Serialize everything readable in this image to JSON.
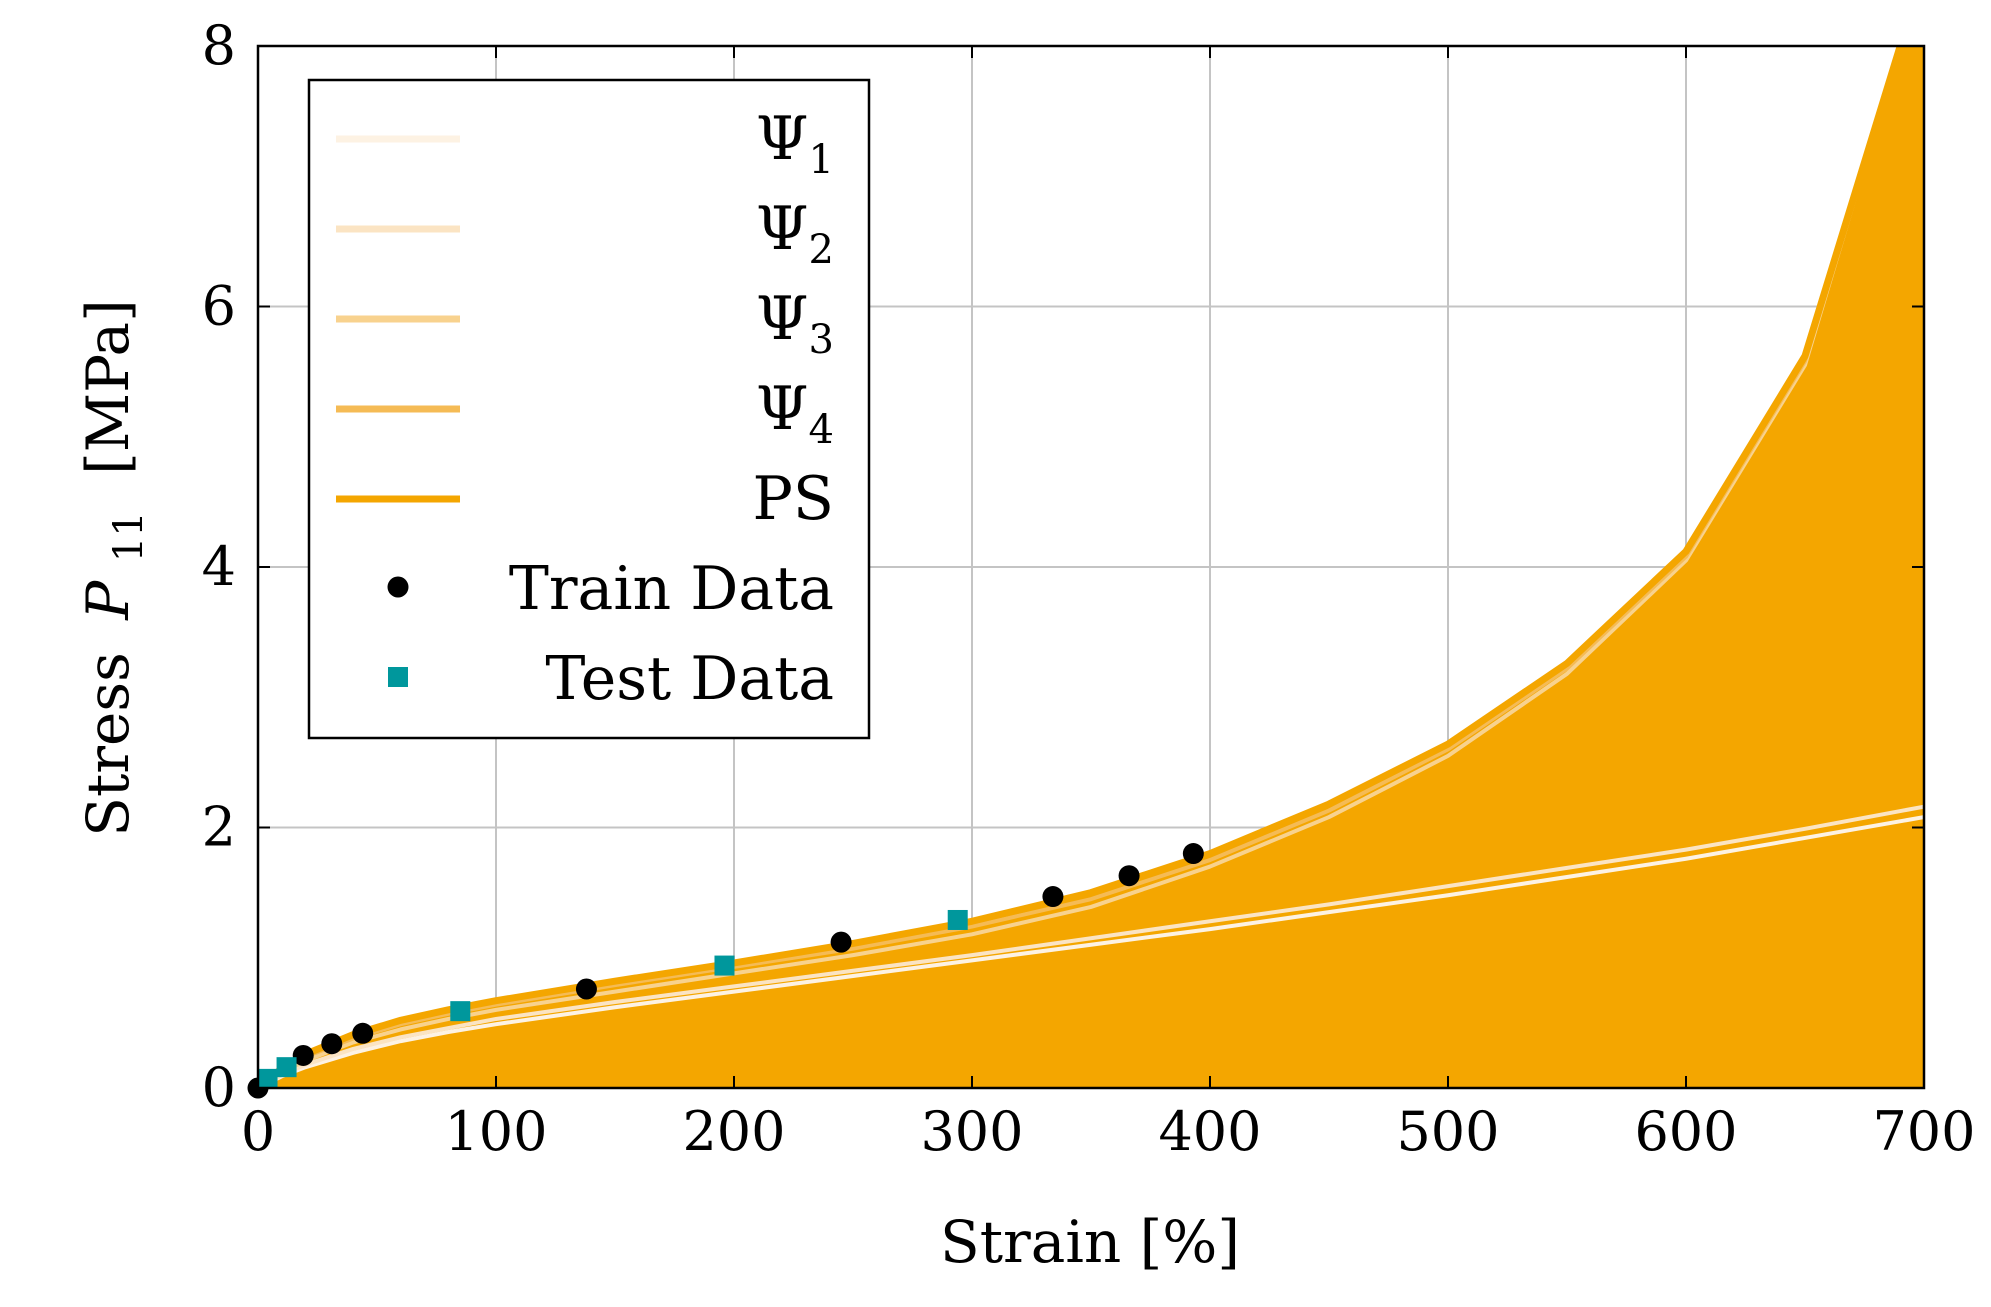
{
  "chart_data": {
    "type": "line",
    "xlabel": "Strain [%]",
    "ylabel_prefix": "Stress",
    "ylabel_symbol": "P",
    "ylabel_subscript": "11",
    "ylabel_unit": "[MPa]",
    "xlim": [
      0,
      700
    ],
    "ylim": [
      0,
      8
    ],
    "xticks": [
      0,
      100,
      200,
      300,
      400,
      500,
      600,
      700
    ],
    "yticks": [
      0,
      2,
      4,
      6,
      8
    ],
    "grid": true,
    "legend_position": "top-left",
    "legend_entries": [
      {
        "symbol": "Ψ",
        "subscript": "1",
        "color": "#fdf2e3",
        "kind": "line"
      },
      {
        "symbol": "Ψ",
        "subscript": "2",
        "color": "#fbe4c3",
        "kind": "line"
      },
      {
        "symbol": "Ψ",
        "subscript": "3",
        "color": "#f8d28e",
        "kind": "line"
      },
      {
        "symbol": "Ψ",
        "subscript": "4",
        "color": "#f5bb55",
        "kind": "line"
      },
      {
        "label": "PS",
        "color": "#f4a600",
        "kind": "line"
      },
      {
        "label": "Train Data",
        "color": "#000000",
        "kind": "circle"
      },
      {
        "label": "Test Data",
        "color": "#00979c",
        "kind": "square"
      }
    ],
    "series": [
      {
        "name": "Ψ1",
        "color": "#fdf2e3",
        "x": [
          0,
          10,
          20,
          40,
          60,
          80,
          100,
          150,
          200,
          250,
          300,
          350,
          400,
          450,
          500,
          550,
          600,
          650,
          700
        ],
        "y": [
          0,
          0.09,
          0.16,
          0.27,
          0.36,
          0.43,
          0.49,
          0.62,
          0.74,
          0.86,
          0.98,
          1.1,
          1.22,
          1.35,
          1.48,
          1.62,
          1.76,
          1.92,
          2.08
        ]
      },
      {
        "name": "Ψ2",
        "color": "#fbe4c3",
        "x": [
          0,
          10,
          20,
          40,
          60,
          80,
          100,
          150,
          200,
          250,
          300,
          350,
          400,
          450,
          500,
          550,
          600,
          650,
          700
        ],
        "y": [
          0,
          0.1,
          0.18,
          0.3,
          0.39,
          0.46,
          0.53,
          0.66,
          0.78,
          0.9,
          1.02,
          1.15,
          1.28,
          1.41,
          1.55,
          1.69,
          1.83,
          1.99,
          2.16
        ]
      },
      {
        "name": "Ψ3",
        "color": "#f8d28e",
        "x": [
          0,
          10,
          20,
          40,
          60,
          80,
          100,
          150,
          200,
          250,
          300,
          350,
          400,
          450,
          500,
          550,
          600,
          650,
          690
        ],
        "y": [
          0,
          0.12,
          0.21,
          0.35,
          0.45,
          0.53,
          0.6,
          0.74,
          0.88,
          1.02,
          1.18,
          1.39,
          1.7,
          2.08,
          2.55,
          3.18,
          4.05,
          5.55,
          8.0
        ]
      },
      {
        "name": "Ψ4",
        "color": "#f5bb55",
        "x": [
          0,
          10,
          20,
          40,
          60,
          80,
          100,
          150,
          200,
          250,
          300,
          350,
          400,
          450,
          500,
          550,
          600,
          650,
          690
        ],
        "y": [
          0,
          0.14,
          0.24,
          0.38,
          0.49,
          0.57,
          0.64,
          0.79,
          0.93,
          1.07,
          1.24,
          1.45,
          1.75,
          2.13,
          2.6,
          3.22,
          4.08,
          5.58,
          8.0
        ]
      },
      {
        "name": "PS",
        "color": "#f4a600",
        "x": [
          0,
          10,
          20,
          40,
          60,
          80,
          100,
          150,
          200,
          250,
          300,
          350,
          400,
          450,
          500,
          550,
          600,
          650,
          690
        ],
        "y": [
          0,
          0.15,
          0.26,
          0.41,
          0.52,
          0.6,
          0.67,
          0.82,
          0.96,
          1.11,
          1.28,
          1.5,
          1.8,
          2.18,
          2.64,
          3.26,
          4.12,
          5.62,
          8.0
        ]
      },
      {
        "name": "Train Data",
        "color": "#000000",
        "marker": "circle",
        "x": [
          0,
          19,
          31,
          44,
          138,
          245,
          334,
          366,
          393
        ],
        "y": [
          0,
          0.25,
          0.34,
          0.42,
          0.76,
          1.12,
          1.47,
          1.63,
          1.8
        ]
      },
      {
        "name": "Test Data",
        "color": "#00979c",
        "marker": "square",
        "x": [
          4,
          12,
          85,
          196,
          294
        ],
        "y": [
          0.07,
          0.16,
          0.59,
          0.94,
          1.29
        ]
      }
    ]
  }
}
